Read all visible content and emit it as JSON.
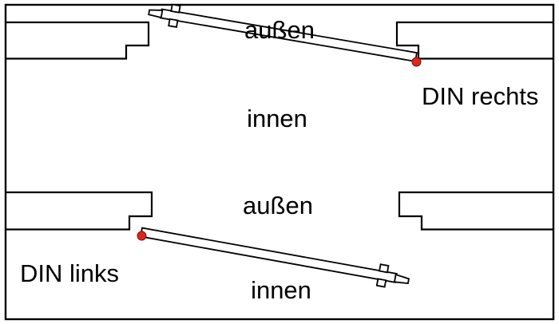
{
  "figure": {
    "background_color": "#ffffff",
    "line_color": "#000000",
    "hinge_dot_color": "#e0251a",
    "top_diagram": {
      "outside_label": "außen",
      "inside_label": "innen",
      "handing_label": "DIN rechts"
    },
    "bottom_diagram": {
      "outside_label": "außen",
      "inside_label": "innen",
      "handing_label": "DIN links"
    }
  }
}
